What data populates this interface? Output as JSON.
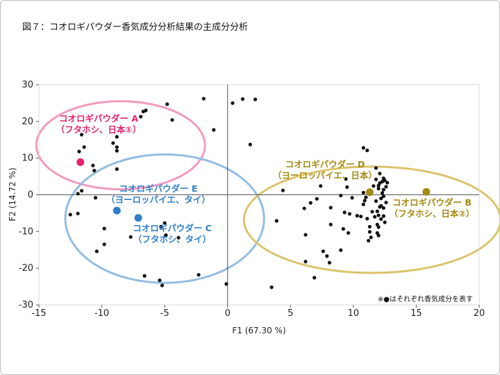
{
  "figure_title": "図７：コオロギパウダー香気成分分析結果の主成分分析",
  "note": "※●はそれぞれ香気成分を表す",
  "colors": {
    "point": "#111111",
    "axis": "#555555",
    "pink": "#e8206e",
    "pink_ellipse": "#f29ac0",
    "blue": "#2f7fc8",
    "blue_ellipse": "#93bde2",
    "gold": "#a58a14",
    "gold_ellipse": "#dcc36a"
  },
  "chart_data": {
    "type": "scatter",
    "title": "図７：コオロギパウダー香気成分分析結果の主成分分析",
    "xlabel": "F1 (67.30 %)",
    "ylabel": "F2 (14.72 %)",
    "xlim": [
      -15,
      20
    ],
    "ylim": [
      -30,
      30
    ],
    "xticks": [
      -15,
      -10,
      -5,
      0,
      5,
      10,
      15,
      20
    ],
    "yticks": [
      -30,
      -20,
      -10,
      0,
      10,
      20,
      30
    ],
    "grid": false,
    "origin_axes": true,
    "note": "※●はそれぞれ香気成分を表す",
    "samples": [
      {
        "name": "コオロギパウダー A",
        "sub": "（フタホシ、日本①）",
        "x": -11.7,
        "y": 8.9,
        "color": "#e8206e",
        "ellipse": {
          "cx": -8.5,
          "cy": 13.5,
          "rx": 6.7,
          "ry": 12
        }
      },
      {
        "name": "コオロギパウダー E",
        "sub": "（ヨーロッパイエ、タイ）",
        "x": -8.8,
        "y": -4.3,
        "color": "#2f7fc8",
        "ellipse": {
          "cx": -5.0,
          "cy": -6.5,
          "rx": 7.9,
          "ry": 17.5
        }
      },
      {
        "name": "コオロギパウダー C",
        "sub": "（フタホシ、タイ）",
        "x": -7.1,
        "y": -6.3,
        "color": "#2f7fc8"
      },
      {
        "name": "コオロギパウダー D",
        "sub": "（ヨーロッパイエ、日本）",
        "x": 11.3,
        "y": 0.7,
        "color": "#a58a14",
        "ellipse": {
          "cx": 11.5,
          "cy": -6.8,
          "rx": 10.2,
          "ry": 14.5
        }
      },
      {
        "name": "コオロギパウダー B",
        "sub": "（フタホシ、日本②）",
        "x": 15.8,
        "y": 0.8,
        "color": "#a58a14"
      }
    ],
    "compounds": [
      [
        -1.9,
        26.2
      ],
      [
        0.4,
        25.0
      ],
      [
        1.2,
        26.1
      ],
      [
        2.2,
        26.0
      ],
      [
        -4.8,
        24.7
      ],
      [
        -6.5,
        23.0
      ],
      [
        -6.7,
        22.7
      ],
      [
        -6.9,
        21.3
      ],
      [
        -4.4,
        20.4
      ],
      [
        -1.1,
        17.7
      ],
      [
        -8.8,
        15.8
      ],
      [
        -11.6,
        16.4
      ],
      [
        -9.1,
        14.1
      ],
      [
        -11.4,
        13.0
      ],
      [
        -8.8,
        13.0
      ],
      [
        -11.8,
        11.8
      ],
      [
        -8.8,
        12.0
      ],
      [
        -10.7,
        8.0
      ],
      [
        -10.6,
        6.6
      ],
      [
        -8.8,
        7.0
      ],
      [
        -11.6,
        1.1
      ],
      [
        -11.9,
        0.3
      ],
      [
        -10.5,
        -0.8
      ],
      [
        -12.5,
        -5.4
      ],
      [
        -11.9,
        -5.1
      ],
      [
        -9.8,
        -9.2
      ],
      [
        -9.8,
        -13.5
      ],
      [
        -10.4,
        -15.4
      ],
      [
        -7.7,
        -11.5
      ],
      [
        -4.9,
        -11.0
      ],
      [
        -5.3,
        -8.7
      ],
      [
        -5.0,
        -7.7
      ],
      [
        -3.9,
        -11.7
      ],
      [
        -6.6,
        -22.1
      ],
      [
        -5.4,
        -23.3
      ],
      [
        -5.2,
        -24.7
      ],
      [
        -2.3,
        -21.8
      ],
      [
        -0.1,
        -24.3
      ],
      [
        1.8,
        13.7
      ],
      [
        3.5,
        -25.2
      ],
      [
        3.9,
        -7.1
      ],
      [
        4.4,
        1.2
      ],
      [
        6.2,
        -18.2
      ],
      [
        6.2,
        -10.9
      ],
      [
        6.1,
        -3.7
      ],
      [
        6.6,
        -2.2
      ],
      [
        6.9,
        -22.6
      ],
      [
        7.1,
        -1.1
      ],
      [
        7.4,
        2.4
      ],
      [
        7.6,
        -15.4
      ],
      [
        7.9,
        -16.7
      ],
      [
        8.1,
        -18.5
      ],
      [
        8.2,
        -3.5
      ],
      [
        8.2,
        -8.1
      ],
      [
        9.0,
        -15.1
      ],
      [
        9.2,
        -9.3
      ],
      [
        9.6,
        -10.4
      ],
      [
        9.3,
        -4.8
      ],
      [
        9.5,
        2.1
      ],
      [
        9.4,
        4.3
      ],
      [
        9.0,
        -0.2
      ],
      [
        9.7,
        -5.2
      ],
      [
        9.9,
        -0.8
      ],
      [
        10.3,
        -5.7
      ],
      [
        10.8,
        -2.6
      ],
      [
        10.9,
        -1.6
      ],
      [
        11.0,
        -0.7
      ],
      [
        10.8,
        0.6
      ],
      [
        10.8,
        12.8
      ],
      [
        11.1,
        12.1
      ],
      [
        10.6,
        -5.9
      ],
      [
        11.1,
        -6.5
      ],
      [
        11.3,
        -8.7
      ],
      [
        11.3,
        -10.1
      ],
      [
        11.5,
        -4.6
      ],
      [
        11.7,
        -6.0
      ],
      [
        11.9,
        -4.5
      ],
      [
        12.1,
        -3.3
      ],
      [
        12.4,
        -3.6
      ],
      [
        11.4,
        -11.6
      ],
      [
        11.2,
        -12.5
      ],
      [
        11.6,
        2.4
      ],
      [
        12.0,
        2.5
      ],
      [
        12.1,
        3.2
      ],
      [
        12.3,
        3.6
      ],
      [
        11.8,
        4.2
      ],
      [
        12.4,
        4.5
      ],
      [
        12.0,
        1.7
      ],
      [
        12.3,
        0.5
      ],
      [
        12.6,
        2.2
      ],
      [
        12.7,
        3.3
      ],
      [
        12.4,
        -0.4
      ],
      [
        11.8,
        -1.7
      ],
      [
        12.6,
        -2.1
      ],
      [
        12.2,
        -1.0
      ],
      [
        12.0,
        -5.6
      ],
      [
        12.4,
        -5.8
      ],
      [
        12.2,
        -6.6
      ],
      [
        12.5,
        -7.5
      ],
      [
        11.9,
        -8.1
      ],
      [
        12.0,
        -8.8
      ],
      [
        11.8,
        7.3
      ],
      [
        12.1,
        5.8
      ],
      [
        12.4,
        1.4
      ],
      [
        12.2,
        -3.0
      ],
      [
        12.5,
        3.9
      ],
      [
        11.9,
        -10.4
      ],
      [
        12.0,
        -11.1
      ]
    ]
  }
}
